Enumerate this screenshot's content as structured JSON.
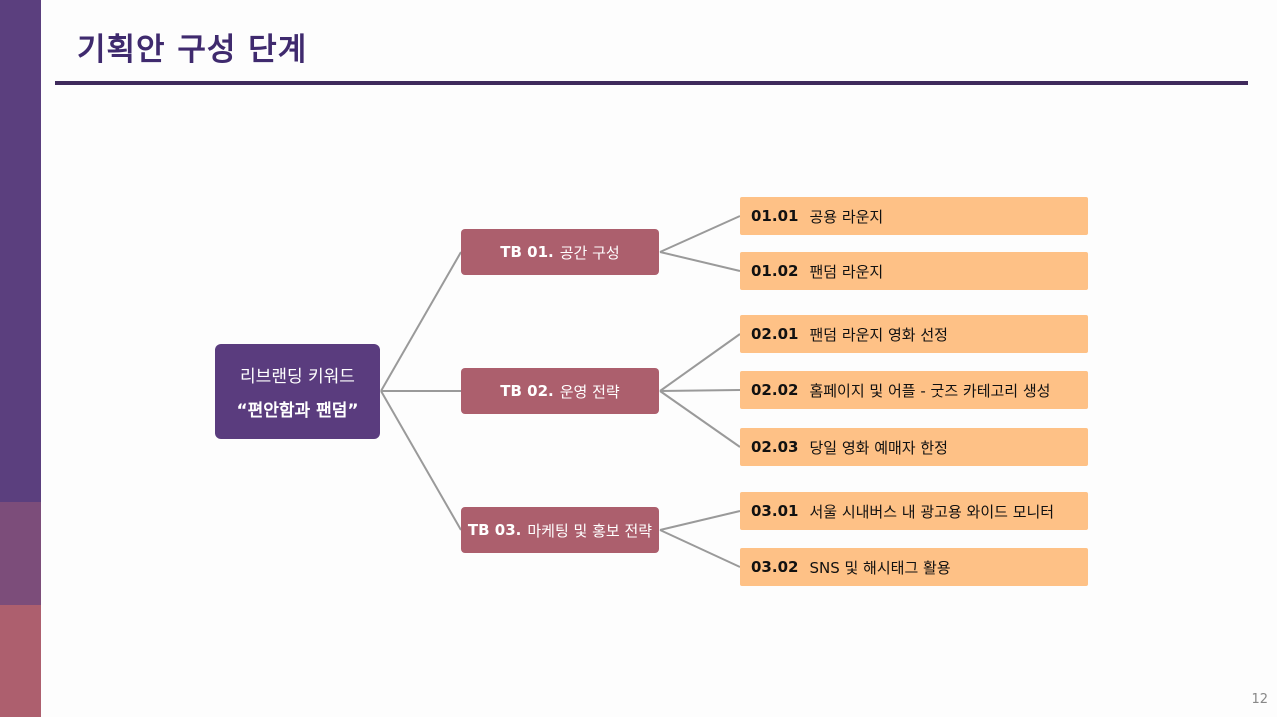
{
  "slide": {
    "title": "기획안 구성 단계",
    "page_number": "12"
  },
  "root": {
    "line1": "리브랜딩 키워드",
    "line2": "“편안함과 팬덤”"
  },
  "branches": [
    {
      "code": "TB 01.",
      "label": "공간 구성"
    },
    {
      "code": "TB 02.",
      "label": "운영 전략"
    },
    {
      "code": "TB 03.",
      "label": "마케팅 및 홍보 전략"
    }
  ],
  "leaves": [
    {
      "code": "01.01",
      "label": "공용 라운지"
    },
    {
      "code": "01.02",
      "label": "팬덤 라운지"
    },
    {
      "code": "02.01",
      "label": "팬덤 라운지 영화 선정"
    },
    {
      "code": "02.02",
      "label": "홈페이지 및 어플 - 굿즈 카테고리 생성"
    },
    {
      "code": "02.03",
      "label": "당일 영화 예매자 한정"
    },
    {
      "code": "03.01",
      "label": "서울 시내버스 내 광고용 와이드 모니터"
    },
    {
      "code": "03.02",
      "label": "SNS 및 해시태그 활용"
    }
  ],
  "colors": {
    "sidebar_top": "#5b3f7e",
    "sidebar_mid": "#7c4d7a",
    "sidebar_bottom": "#ad5f6e",
    "title": "#3f2a6e",
    "root_fill": "#5a3c7e",
    "branch_fill": "#ac5f6d",
    "leaf_fill": "#fec186",
    "connector": "#9a9a9a"
  }
}
